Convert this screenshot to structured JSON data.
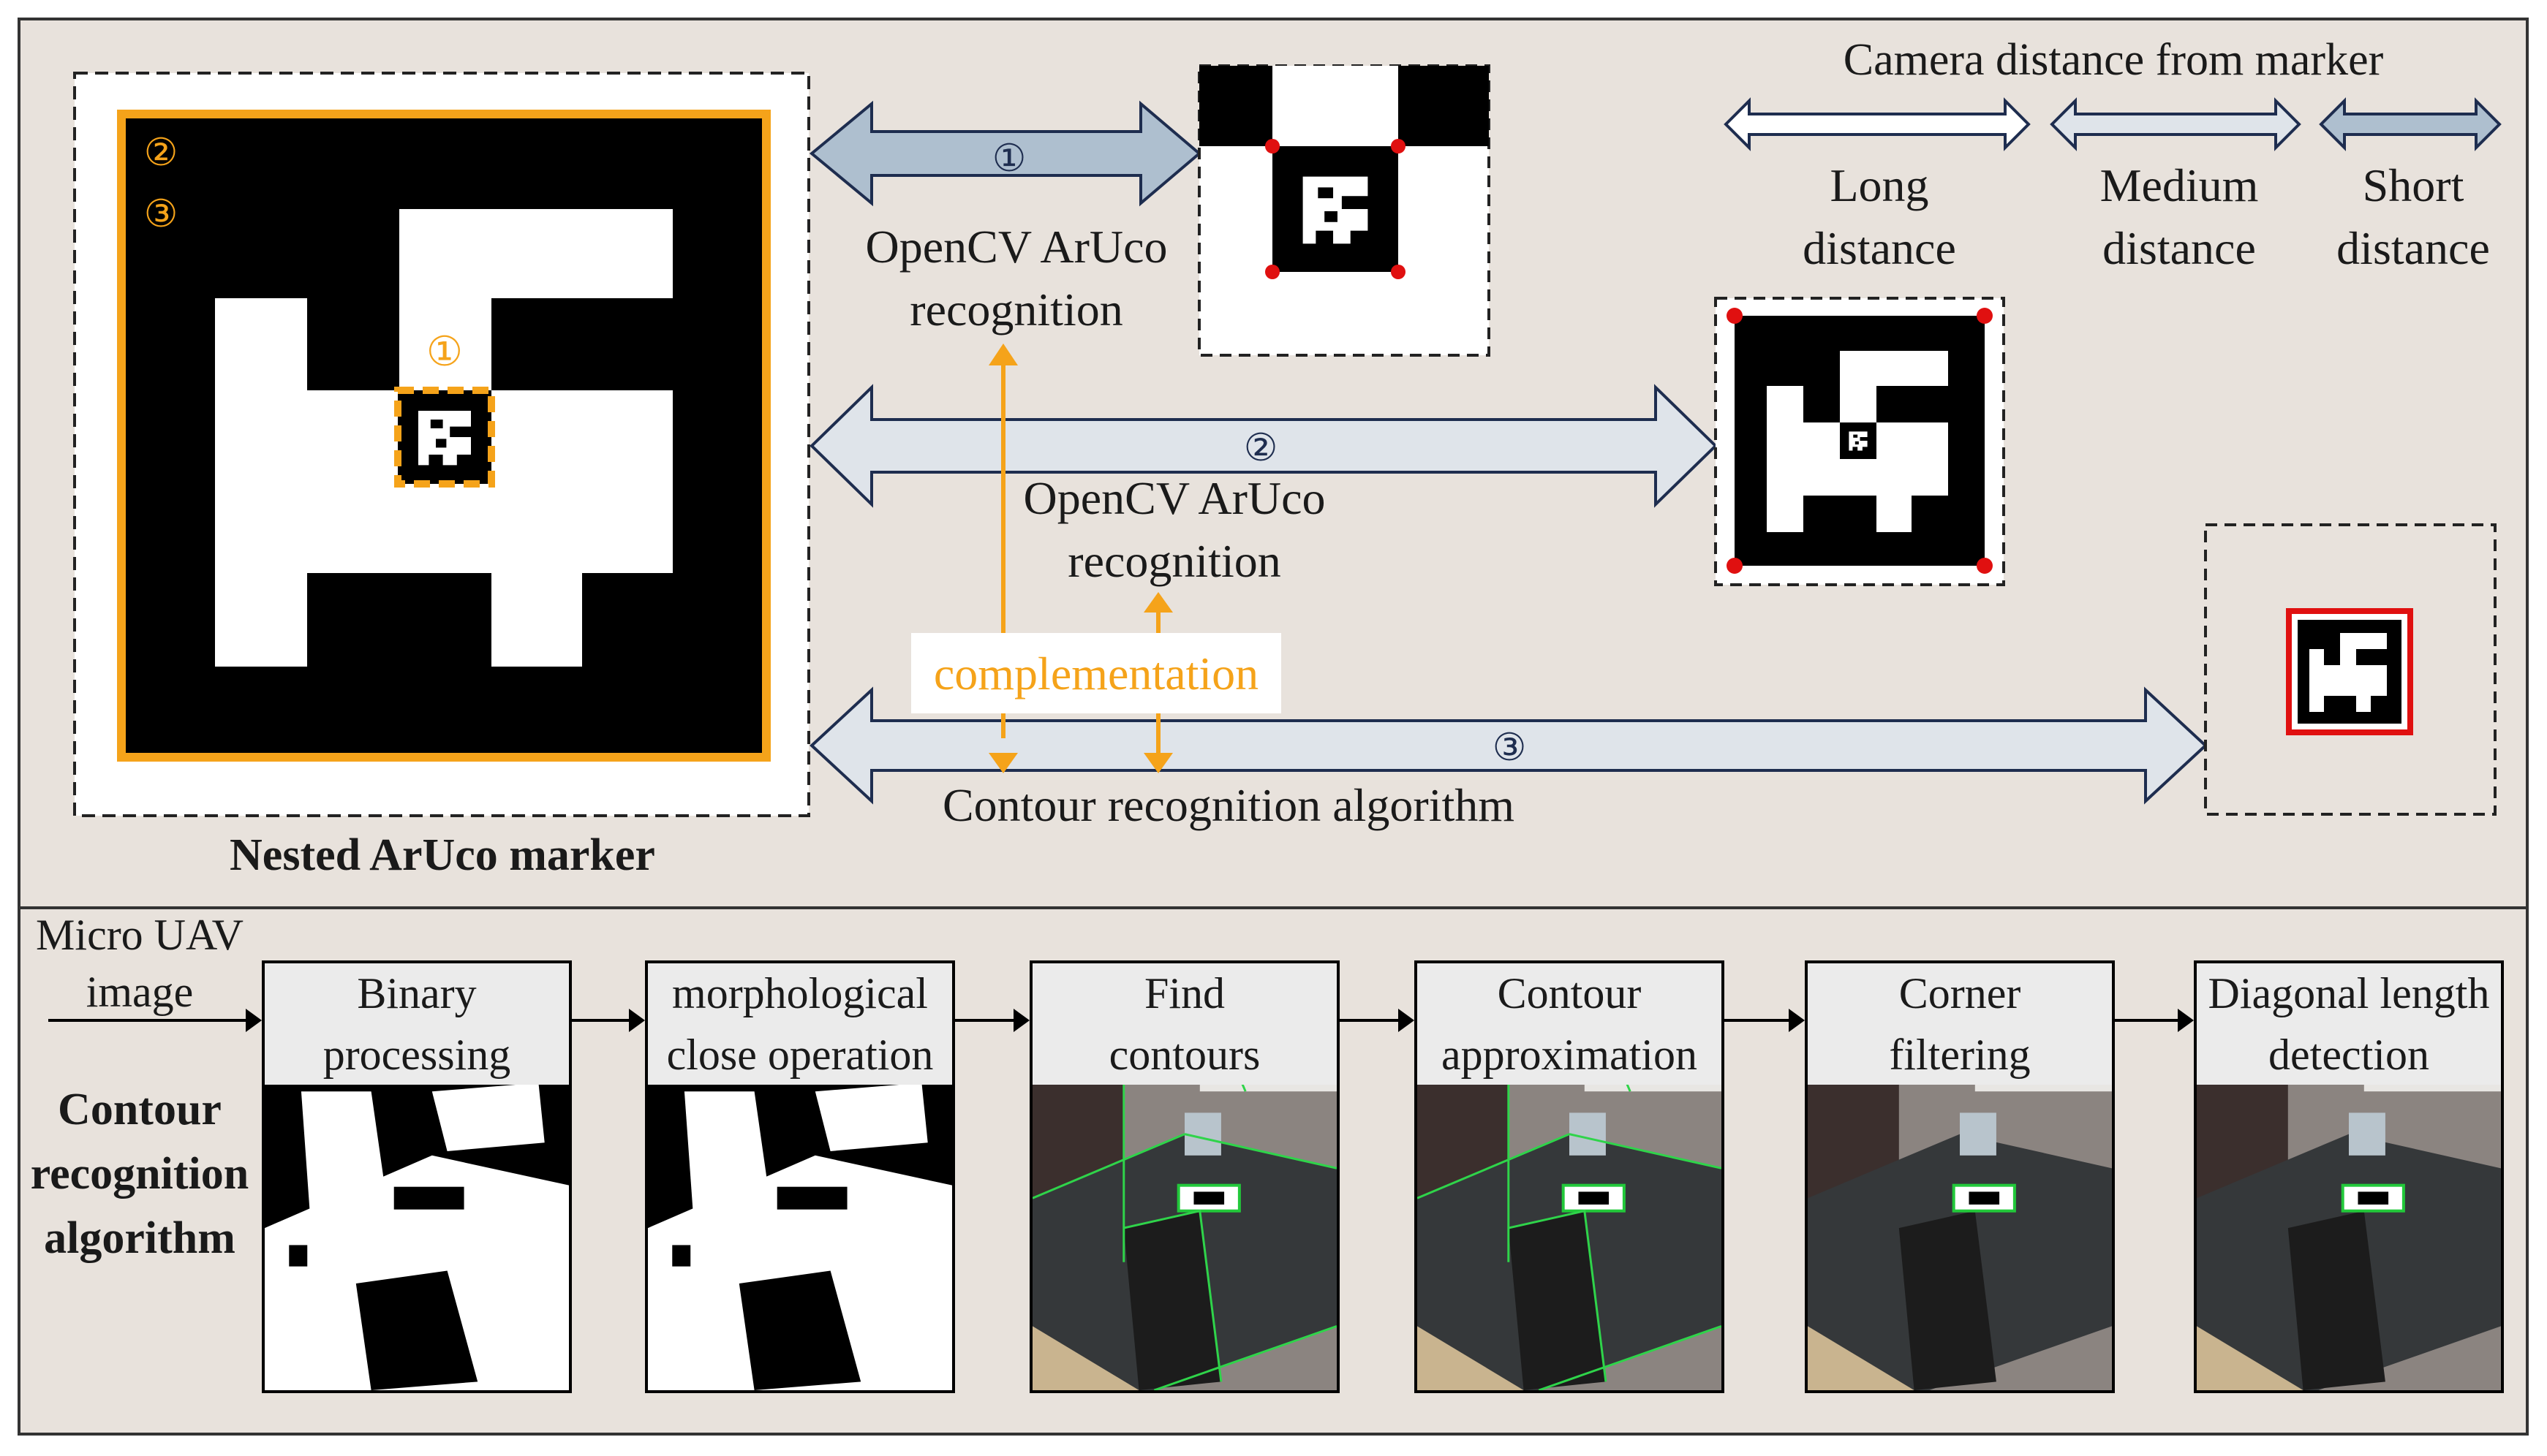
{
  "top_panel": {
    "nested_marker_label": "Nested ArUco marker",
    "badges": [
      "①",
      "②",
      "③"
    ],
    "camera_distance_title": "Camera distance from marker",
    "distances": [
      "Long distance",
      "Medium distance",
      "Short distance"
    ],
    "distance_lines": [
      [
        "Long",
        "distance"
      ],
      [
        "Medium",
        "distance"
      ],
      [
        "Short",
        "distance"
      ]
    ],
    "paths": [
      {
        "badge": "①",
        "lines": [
          "OpenCV ArUco",
          "recognition"
        ]
      },
      {
        "badge": "②",
        "lines": [
          "OpenCV ArUco",
          "recognition"
        ]
      },
      {
        "badge": "③",
        "lines": [
          "Contour recognition algorithm"
        ]
      }
    ],
    "complementation_label": "complementation"
  },
  "bottom_panel": {
    "input_lines": [
      "Micro UAV",
      "image"
    ],
    "algorithm_lines": [
      "Contour",
      "recognition",
      "algorithm"
    ],
    "steps": [
      {
        "lines": [
          "Binary",
          "processing"
        ],
        "image": "binary"
      },
      {
        "lines": [
          "morphological",
          "close operation"
        ],
        "image": "binary"
      },
      {
        "lines": [
          "Find",
          "contours"
        ],
        "image": "photo-contours"
      },
      {
        "lines": [
          "Contour",
          "approximation"
        ],
        "image": "photo-contours"
      },
      {
        "lines": [
          "Corner",
          "filtering"
        ],
        "image": "photo-marker"
      },
      {
        "lines": [
          "Diagonal length",
          "detection"
        ],
        "image": "photo-marker"
      }
    ]
  },
  "colors": {
    "panel_bg": "#e8e2dc",
    "orange": "#f5a31a",
    "navy": "#1e2d4f",
    "arrow1_fill": "#aebfcf",
    "arrow_light_fill": "#dfe4ea",
    "corner_red": "#e01010"
  }
}
